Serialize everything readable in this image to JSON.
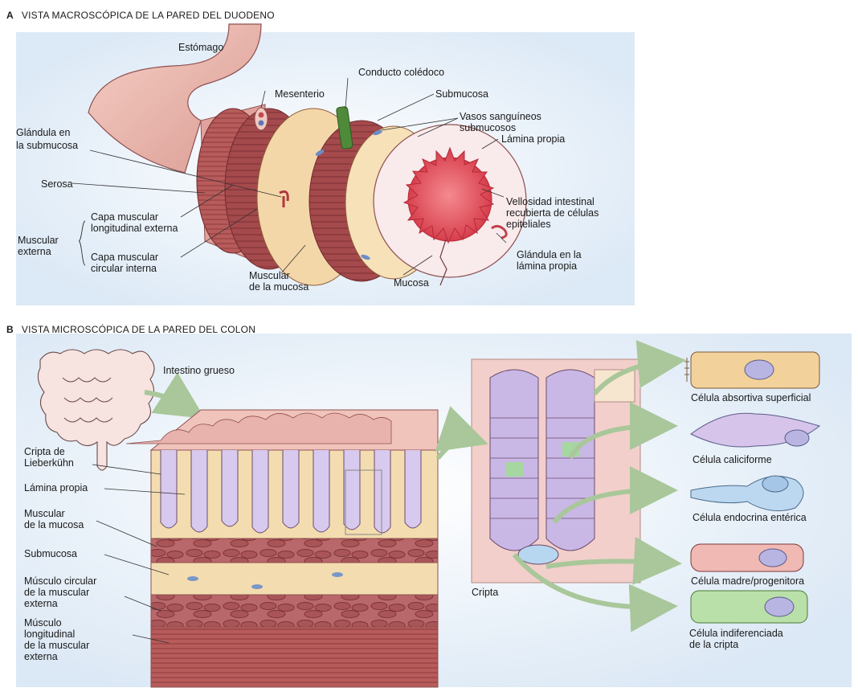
{
  "panel_a": {
    "letter": "A",
    "title": "VISTA MACROSCÓPICA DE LA PARED DEL DUODENO",
    "labels": {
      "estomago": "Estómago",
      "conducto": "Conducto colédoco",
      "mesenterio": "Mesenterio",
      "submucosa": "Submucosa",
      "vasos_1": "Vasos sanguíneos",
      "vasos_2": "submucosos",
      "glandula_sub_1": "Glándula en",
      "glandula_sub_2": "la submucosa",
      "lamina": "Lámina propia",
      "serosa": "Serosa",
      "vellosidad_1": "Vellosidad intestinal",
      "vellosidad_2": "recubierta de células",
      "vellosidad_3": "epiteliales",
      "capa_long_1": "Capa muscular",
      "capa_long_2": "longitudinal externa",
      "muscular_ext_1": "Muscular",
      "muscular_ext_2": "externa",
      "capa_circ_1": "Capa muscular",
      "capa_circ_2": "circular interna",
      "glandula_lam_1": "Glándula en la",
      "glandula_lam_2": "lámina propia",
      "musc_mucosa_1": "Muscular",
      "musc_mucosa_2": "de la mucosa",
      "mucosa": "Mucosa"
    }
  },
  "panel_b": {
    "letter": "B",
    "title": "VISTA MICROSCÓPICA DE LA PARED DEL COLON",
    "labels": {
      "intestino": "Intestino grueso",
      "cripta_lb_1": "Cripta de",
      "cripta_lb_2": "Lieberkühn",
      "lamina": "Lámina propia",
      "musc_muc_1": "Muscular",
      "musc_muc_2": "de la mucosa",
      "submucosa": "Submucosa",
      "circ_1": "Músculo circular",
      "circ_2": "de la muscular",
      "circ_3": "externa",
      "long_1": "Músculo",
      "long_2": "longitudinal",
      "long_3": "de la muscular",
      "long_4": "externa",
      "cripta": "Cripta",
      "cell_absortiva": "Célula absortiva superficial",
      "cell_caliciforme": "Célula caliciforme",
      "cell_endocrina": "Célula endocrina entérica",
      "cell_madre": "Célula madre/progenitora",
      "cell_indif_1": "Célula indiferenciada",
      "cell_indif_2": "de la cripta"
    }
  },
  "colors": {
    "tissue_pink": "#e9b3ad",
    "muscle_red": "#9e4447",
    "submucosa_cream": "#f5dfb2",
    "mucosa_center": "#e3545f",
    "arrow_green": "#a9c79a",
    "background_blue": "#e3eef8"
  }
}
